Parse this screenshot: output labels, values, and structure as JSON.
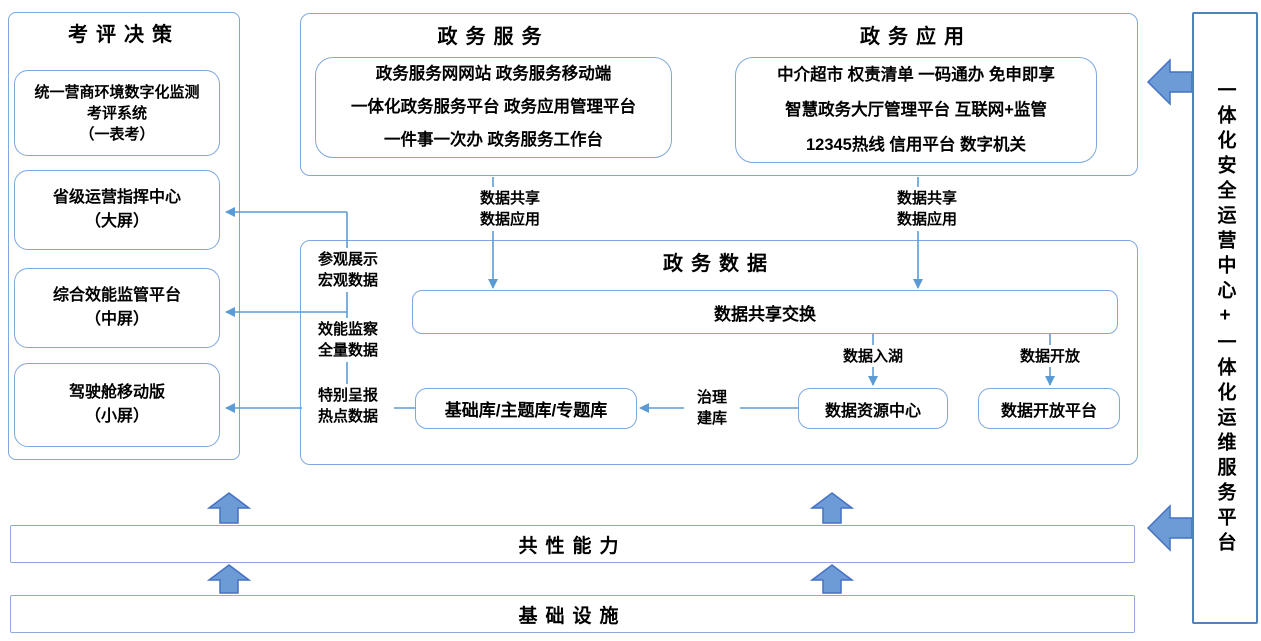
{
  "left_panel": {
    "title": "考评决策",
    "boxes": [
      {
        "lines": [
          "统一营商环境数字化监测",
          "考评系统",
          "（一表考）"
        ]
      },
      {
        "lines": [
          "省级运营指挥中心",
          "（大屏）"
        ]
      },
      {
        "lines": [
          "综合效能监管平台",
          "（中屏）"
        ]
      },
      {
        "lines": [
          "驾驶舱移动版",
          "（小屏）"
        ]
      }
    ]
  },
  "services_panel": {
    "title": "政务服务",
    "lines": [
      "政务服务网网站 政务服务移动端",
      "一体化政务服务平台 政务应用管理平台",
      "一件事一次办 政务服务工作台"
    ]
  },
  "applications_panel": {
    "title": "政务应用",
    "lines": [
      "中介超市 权责清单 一码通办 免申即享",
      "智慧政务大厅管理平台 互联网+监管",
      "12345热线 信用平台 数字机关"
    ]
  },
  "data_panel": {
    "title": "政务数据",
    "exchange_box": "数据共享交换",
    "library_box": "基础库/主题库/专题库",
    "resource_center_box": "数据资源中心",
    "open_platform_box": "数据开放平台"
  },
  "connector_labels": {
    "share_left": [
      "数据共享",
      "数据应用"
    ],
    "share_right": [
      "数据共享",
      "数据应用"
    ],
    "display_macro": [
      "参观展示",
      "宏观数据"
    ],
    "efficiency_full": [
      "效能监察",
      "全量数据"
    ],
    "special_hot": [
      "特别呈报",
      "热点数据"
    ],
    "data_lake": "数据入湖",
    "data_open": "数据开放",
    "govern_build": [
      "治理",
      "建库"
    ]
  },
  "bottom_bars": {
    "common_capability": "共性能力",
    "infrastructure": "基础设施"
  },
  "right_panel": {
    "title": "一体化安全运营中心+一体化运维服务平台"
  },
  "colors": {
    "line_blue": "#5b9bd5",
    "border_light_blue": "#7fa8dc",
    "block_arrow_fill": "#6c9bd5",
    "block_arrow_border": "#4472c4",
    "text": "#000000",
    "background": "#ffffff"
  }
}
